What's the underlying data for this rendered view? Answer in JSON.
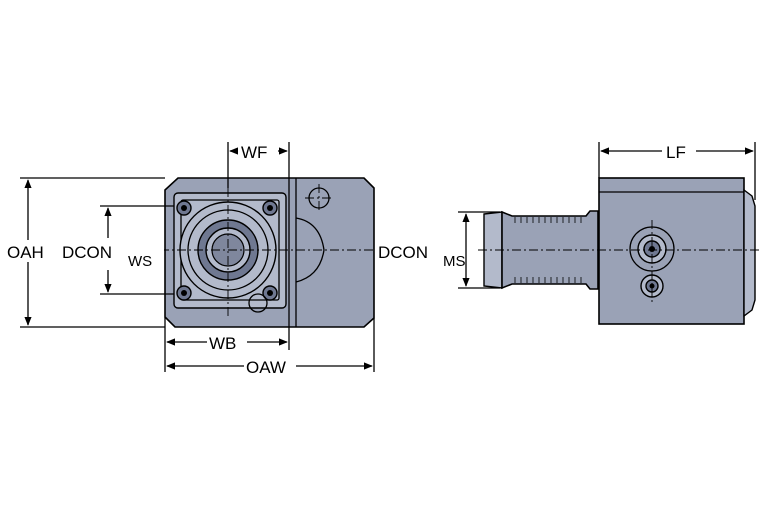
{
  "dimensions": {
    "oah": "OAH",
    "dcon_ws_main": "DCON",
    "dcon_ws_sub": "WS",
    "wf": "WF",
    "wb": "WB",
    "oaw": "OAW",
    "dcon_ms_main": "DCON",
    "dcon_ms_sub": "MS",
    "lf": "LF"
  },
  "colors": {
    "body": "#9aa2b6",
    "face": "#b3bacb",
    "dark": "#6f7891",
    "line": "#000000",
    "background": "#ffffff"
  }
}
